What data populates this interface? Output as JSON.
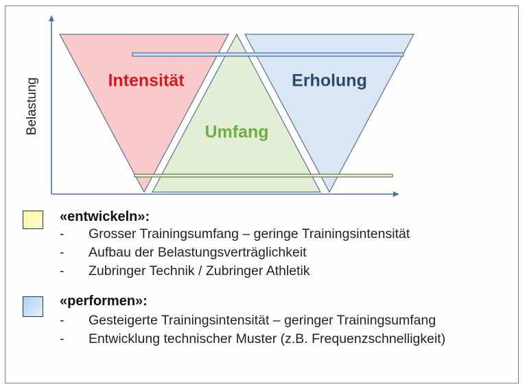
{
  "diagram": {
    "y_axis_label": "Belastung",
    "shapes": [
      {
        "name": "Intensität",
        "shape": "inverted-triangle",
        "fill": "#f9caca",
        "text_color": "#d9181f"
      },
      {
        "name": "Umfang",
        "shape": "triangle",
        "fill": "#e2efd6",
        "text_color": "#6fae45"
      },
      {
        "name": "Erholung",
        "shape": "inverted-triangle",
        "fill": "#d9e6f4",
        "text_color": "#2b4a6e"
      }
    ],
    "bars": [
      {
        "name": "performen-level",
        "fill": "#c8ddf2"
      },
      {
        "name": "entwickeln-level",
        "fill": "#f1f5c4"
      }
    ]
  },
  "legend": [
    {
      "title": "«entwickeln»:",
      "swatch_color": "#fbf7a6",
      "items": [
        {
          "dash": "-",
          "text": "Grosser Trainingsumfang – geringe Trainingsintensität"
        },
        {
          "dash": "-",
          "text": "Aufbau der Belastungsverträglichkeit"
        },
        {
          "dash": "-",
          "text": "Zubringer Technik / Zubringer Athletik"
        }
      ]
    },
    {
      "title": "«performen»:",
      "swatch_color": "#bddcf6",
      "items": [
        {
          "dash": "-",
          "text": "Gesteigerte Trainingsintensität – geringer Trainingsumfang"
        },
        {
          "dash": "-",
          "text": "Entwicklung technischer Muster (z.B. Frequenzschnelligkeit)"
        }
      ]
    }
  ]
}
